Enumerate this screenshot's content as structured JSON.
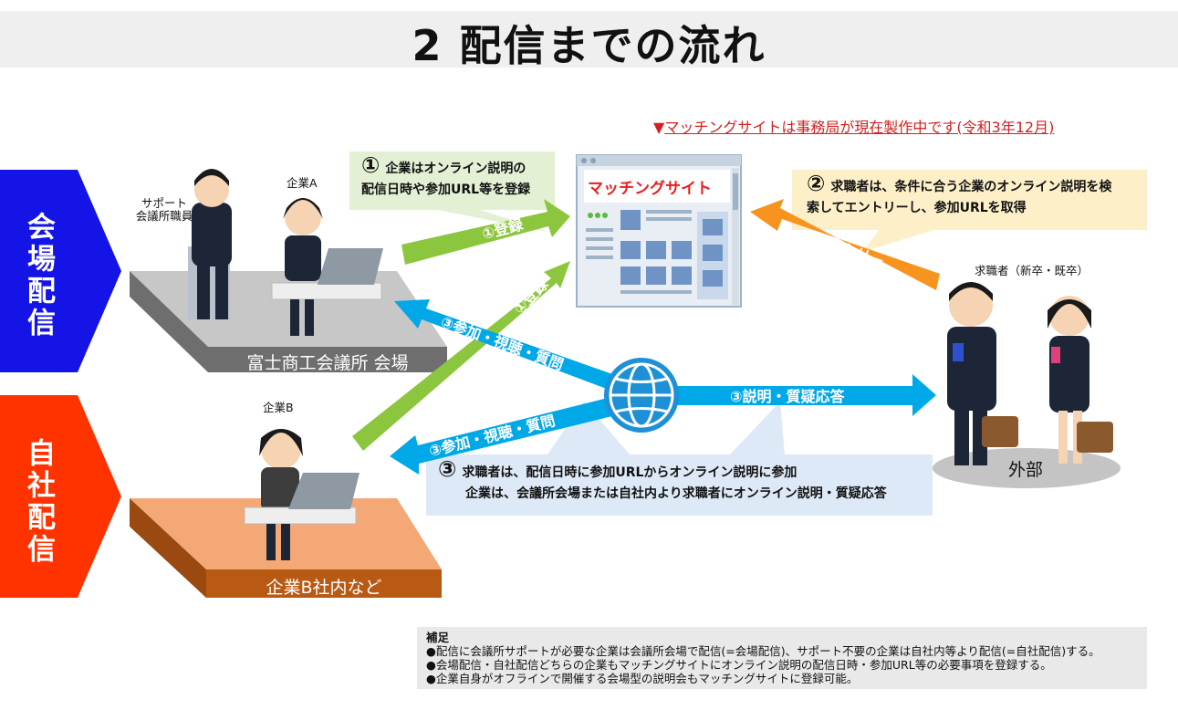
{
  "title": "2 配信までの流れ",
  "notice": {
    "marker": "▼",
    "text": "マッチングサイトは事務局が現在製作中です(令和3年12月)"
  },
  "left_tags": {
    "venue": "会場配信",
    "inhouse": "自社配信"
  },
  "labels": {
    "support_staff": "サポート\n会議所職員",
    "company_a": "企業A",
    "company_b": "企業B",
    "jobseekers": "求職者（新卒・既卒）",
    "venue_name": "富士商工会議所 会場",
    "inhouse_name": "企業B社内など",
    "outside": "外部",
    "site_title": "マッチングサイト"
  },
  "callouts": {
    "step1_num": "①",
    "step1_line1": "企業はオンライン説明の",
    "step1_line2": "配信日時や参加URL等を登録",
    "step2_num": "②",
    "step2_line1": "求職者は、条件に合う企業のオンライン説明を検",
    "step2_line2": "索してエントリーし、参加URLを取得",
    "step3_num": "③",
    "step3_line1": "求職者は、配信日時に参加URLからオンライン説明に参加",
    "step3_line2": "企業は、会議所会場または自社内より求職者にオンライン説明・質疑応答"
  },
  "arrows": {
    "register_a": "①登録",
    "register_b": "①登録",
    "entry": "②エントリー",
    "join_a": "③参加・視聴・質問",
    "join_b": "③参加・視聴・質問",
    "explain": "③説明・質疑応答"
  },
  "notes": {
    "heading": "補足",
    "items": [
      "●配信に会議所サポートが必要な企業は会議所会場で配信(=会場配信)、サポート不要の企業は自社内等より配信(=自社配信)する。",
      "●会場配信・自社配信どちらの企業もマッチングサイトにオンライン説明の配信日時・参加URL等の必要事項を登録する。",
      "●企業自身がオフラインで開催する会場型の説明会もマッチングサイトに登録可能。"
    ]
  },
  "colors": {
    "venue_blue": "#1414e6",
    "inhouse_red": "#ff3300",
    "green_arrow": "#8cc63f",
    "blue_arrow": "#00a8e8",
    "orange_arrow": "#f7941d",
    "notice_red": "#d42020"
  }
}
